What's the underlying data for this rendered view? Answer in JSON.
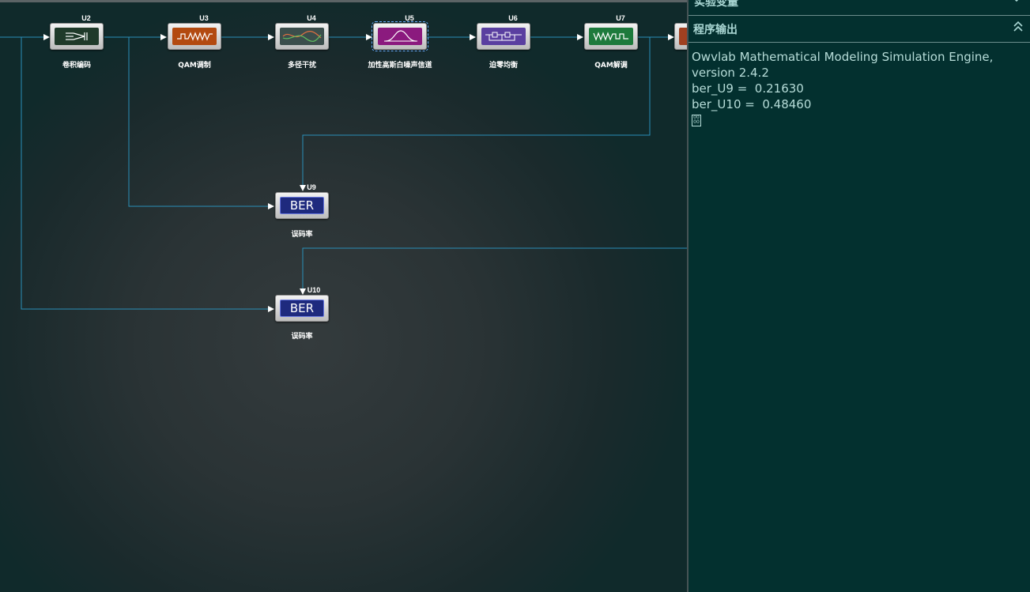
{
  "canvas": {
    "blocks": [
      {
        "id": "U2",
        "label": "卷积编码",
        "kind": "conv",
        "screen": "#1f3a2a",
        "accent": "#ffffff"
      },
      {
        "id": "U3",
        "label": "QAM调制",
        "kind": "qam_mod",
        "screen": "#b34a10",
        "accent": "#ffffff"
      },
      {
        "id": "U4",
        "label": "多径干扰",
        "kind": "multipath",
        "screen": "#3b4e4c",
        "accent": "#e07040"
      },
      {
        "id": "U5",
        "label": "加性高斯白噪声信道",
        "kind": "awgn",
        "screen": "#8b1a7e",
        "accent": "#ffffff"
      },
      {
        "id": "U6",
        "label": "迫零均衡",
        "kind": "equalizer",
        "screen": "#5a3fa0",
        "accent": "#ffffff"
      },
      {
        "id": "U7",
        "label": "QAM解调",
        "kind": "qam_demod",
        "screen": "#1d7a3c",
        "accent": "#ffffff"
      },
      {
        "id": "U9",
        "label": "误码率",
        "kind": "ber",
        "screen": "#1e2a7e",
        "text": "BER"
      },
      {
        "id": "U10",
        "label": "误码率",
        "kind": "ber",
        "screen": "#1e2a7e",
        "text": "BER"
      }
    ],
    "wire_color": "#2a8fb8",
    "arrow_color": "#ffffff"
  },
  "panel": {
    "variables_title": "实验变量",
    "output_title": "程序输出",
    "output_lines": [
      "Owvlab Mathematical Modeling Simulation Engine, version 2.4.2",
      "ber_U9 =  0.21630",
      "ber_U10 =  0.48460"
    ],
    "cursor_glyph": "00\n00"
  }
}
